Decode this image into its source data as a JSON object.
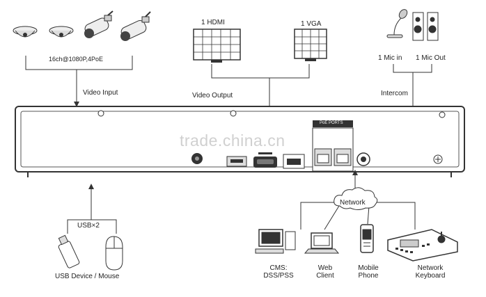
{
  "labels": {
    "cameras_spec": "16ch@1080P,4PoE",
    "video_input": "Video Input",
    "hdmi": "1 HDMI",
    "vga": "1 VGA",
    "video_output": "Video Output",
    "mic_in": "1 Mic in",
    "mic_out": "1 Mic Out",
    "intercom": "Intercom",
    "usb_count": "USB×2",
    "usb_device": "USB Device / Mouse",
    "network": "Network",
    "cms_line1": "CMS:",
    "cms_line2": "DSS/PSS",
    "web_line1": "Web",
    "web_line2": "Client",
    "mobile_line1": "Mobile",
    "mobile_line2": "Phone",
    "keyboard_line1": "Network",
    "keyboard_line2": "Keyboard",
    "poe_ports": "PoE PORTS",
    "watermark": "trade.china.cn"
  },
  "colors": {
    "line": "#333333",
    "device_body": "#ffffff",
    "port_fill": "#d9d9d9",
    "dark_port": "#444444"
  }
}
